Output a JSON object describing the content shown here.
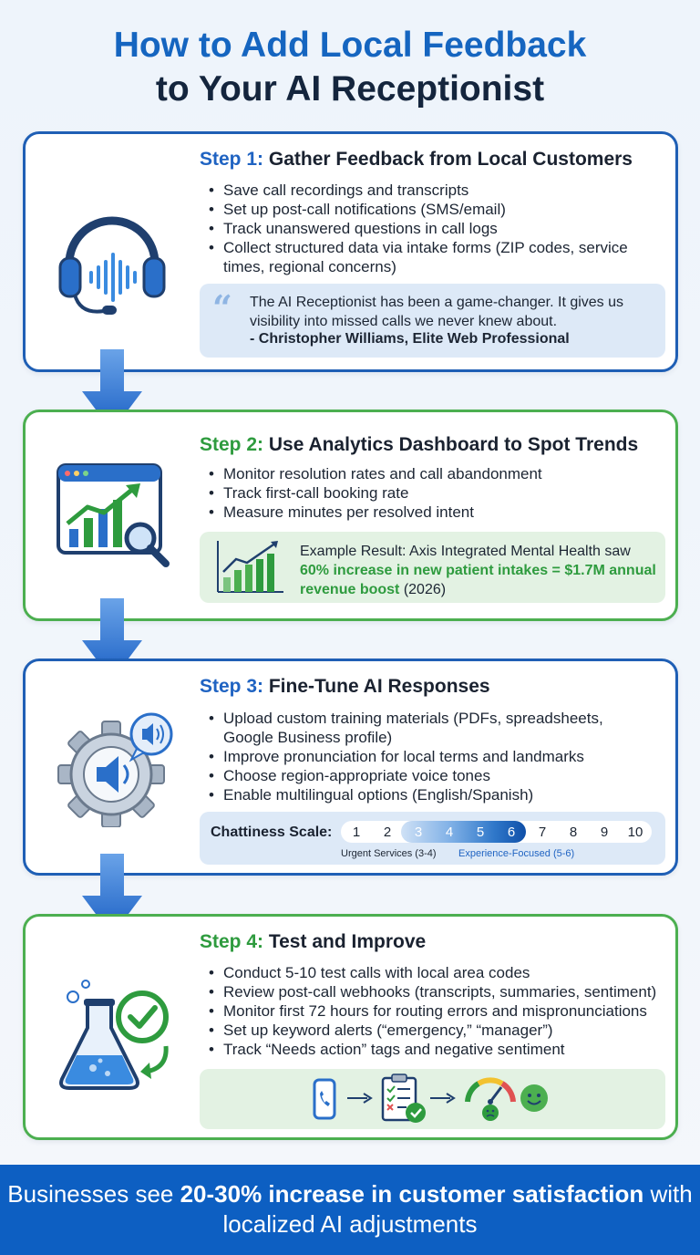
{
  "title": {
    "line1": "How to Add Local Feedback",
    "line2": "to Your AI Receptionist"
  },
  "colors": {
    "primary_blue": "#1565c0",
    "dark_navy": "#14253d",
    "accent_green": "#2e9b3e",
    "footer_bg": "#0d5fc2"
  },
  "steps": [
    {
      "number": "Step 1:",
      "title": "Gather Feedback from Local Customers",
      "icon": "headset-voice-icon",
      "bullets": [
        "Save call recordings and transcripts",
        "Set up post-call notifications (SMS/email)",
        "Track unanswered questions in call logs",
        "Collect structured data via intake forms (ZIP codes, service times, regional concerns)"
      ],
      "quote": {
        "text": "The AI Receptionist has been a game-changer. It gives us visibility into missed calls we never knew about.",
        "author": "- Christopher Williams, Elite Web Professional"
      }
    },
    {
      "number": "Step 2:",
      "title": "Use Analytics Dashboard to Spot Trends",
      "icon": "analytics-dashboard-icon",
      "bullets": [
        "Monitor resolution rates and call abandonment",
        "Track first-call booking rate",
        "Measure minutes per resolved intent"
      ],
      "result": {
        "prefix": "Example Result: Axis Integrated Mental Health saw",
        "highlight": "60% increase in new patient intakes = $1.7M annual revenue boost",
        "suffix": "(2026)"
      }
    },
    {
      "number": "Step 3:",
      "title": "Fine-Tune AI Responses",
      "icon": "gear-speaker-icon",
      "bullets": [
        "Upload custom training materials (PDFs, spreadsheets, Google Business profile)",
        "Improve pronunciation for local terms and landmarks",
        "Choose region-appropriate voice tones",
        "Enable multilingual options (English/Spanish)"
      ],
      "scale": {
        "label": "Chattiness Scale:",
        "numbers": [
          "1",
          "2",
          "3",
          "4",
          "5",
          "6",
          "7",
          "8",
          "9",
          "10"
        ],
        "highlighted_range": [
          3,
          6
        ],
        "note_left": "Urgent Services (3-4)",
        "note_right": "Experience-Focused (5-6)"
      }
    },
    {
      "number": "Step 4:",
      "title": "Test and Improve",
      "icon": "flask-check-icon",
      "bullets": [
        "Conduct 5-10 test calls with local area codes",
        "Review post-call webhooks (transcripts, summaries, sentiment)",
        "Monitor first 72 hours for routing errors and mispronunciations",
        "Set up keyword alerts (“emergency,” “manager”)",
        "Track “Needs action” tags and negative sentiment"
      ],
      "flow_icons": [
        "phone-icon",
        "arrow-right-icon",
        "checklist-icon",
        "arrow-right-icon",
        "sentiment-gauge-icon",
        "smiley-icon"
      ]
    }
  ],
  "footer": {
    "part1": "Businesses see ",
    "bold": "20-30% increase in customer satisfaction",
    "part2": " with localized AI adjustments"
  }
}
